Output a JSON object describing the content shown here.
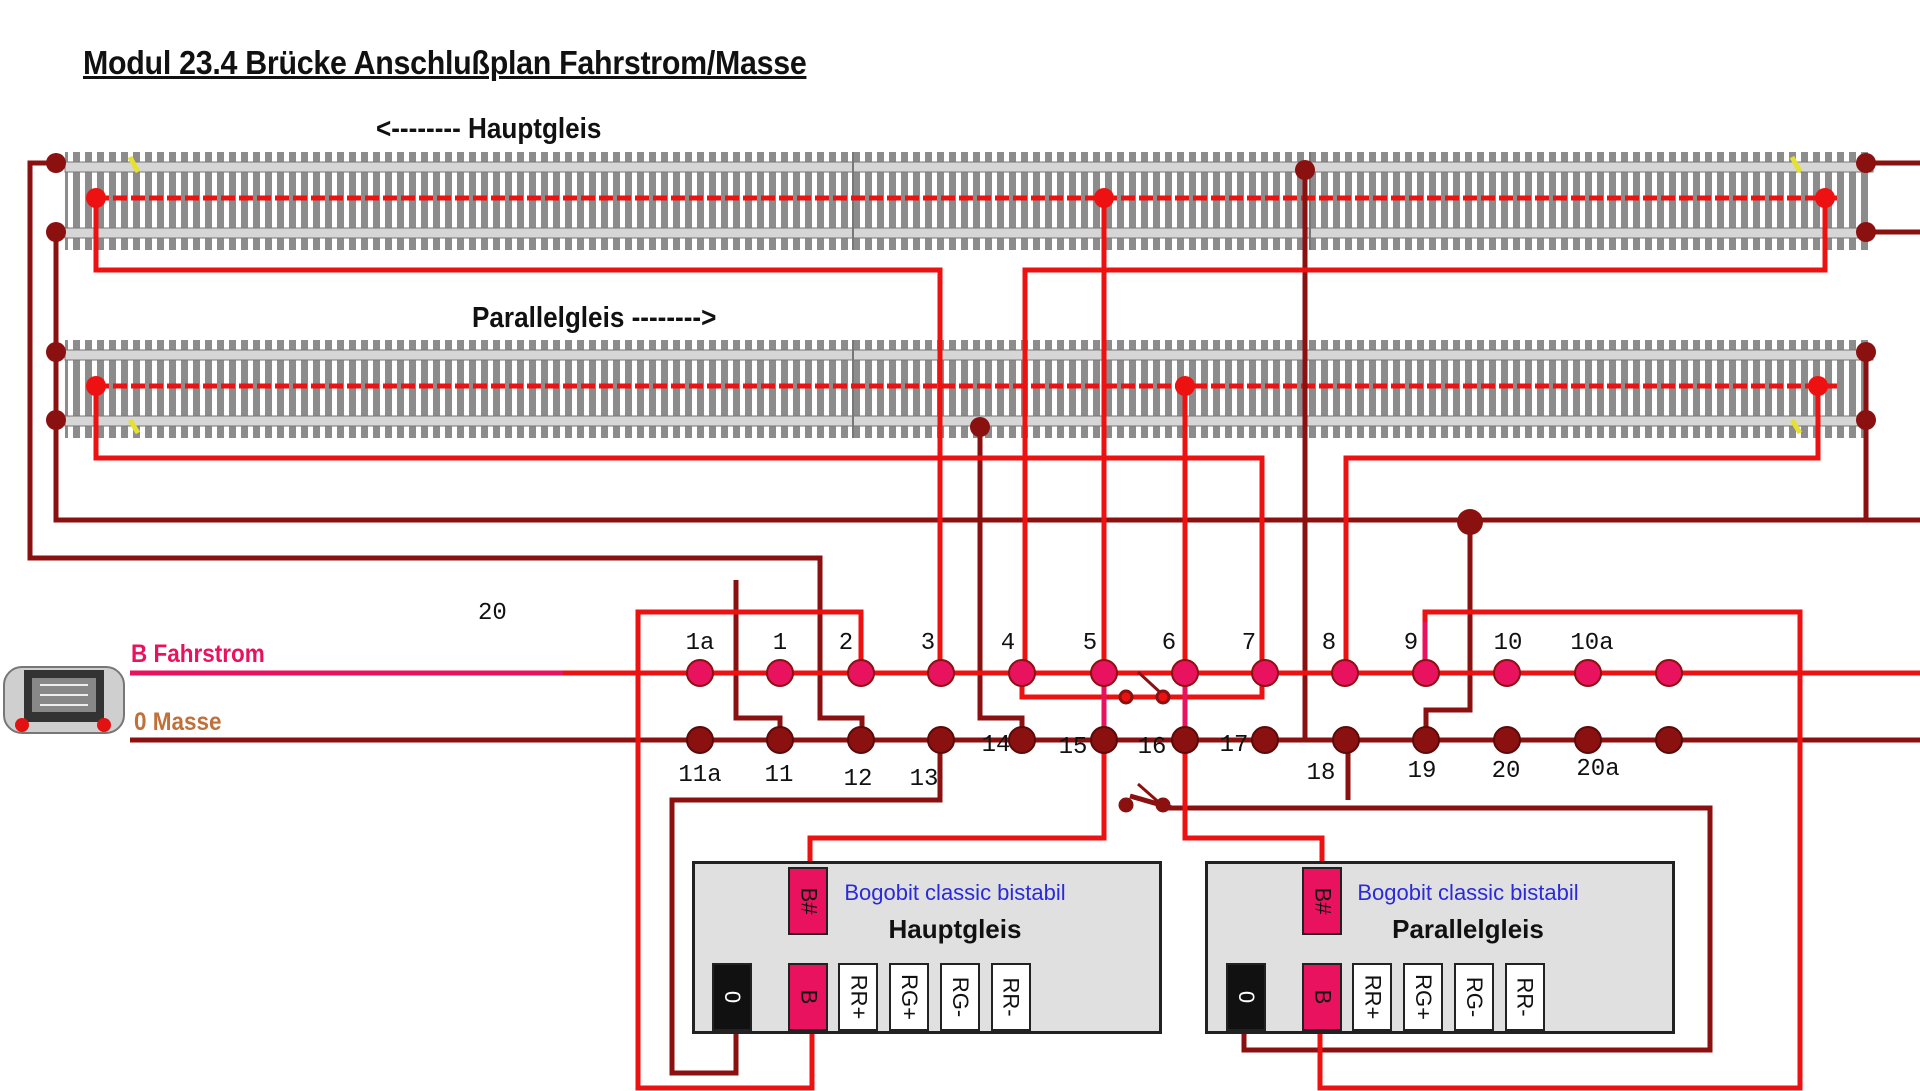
{
  "title": "Modul 23.4 Brücke Anschlußplan Fahrstrom/Masse",
  "tracks": {
    "hauptgleis_label": "<-------- Hauptgleis",
    "parallelgleis_label": "Parallelgleis -------->"
  },
  "stray_label": "20",
  "bus": {
    "fahrstrom_label": "B  Fahrstrom",
    "masse_label": "0  Masse"
  },
  "terminals_top": [
    "1a",
    "1",
    "2",
    "3",
    "4",
    "5",
    "6",
    "7",
    "8",
    "9",
    "10",
    "10a"
  ],
  "terminals_bottom": [
    "11a",
    "11",
    "12",
    "13",
    "14",
    "15",
    "16",
    "17",
    "18",
    "19",
    "20",
    "20a"
  ],
  "modules": [
    {
      "brand": "Bogobit classic bistabil",
      "name": "Hauptgleis",
      "pins": {
        "bsharp": "B#",
        "zero": "0",
        "b": "B",
        "rr_plus": "RR+",
        "rg_plus": "RG+",
        "rg_minus": "RG-",
        "rr_minus": "RR-"
      }
    },
    {
      "brand": "Bogobit classic bistabil",
      "name": "Parallelgleis",
      "pins": {
        "bsharp": "B#",
        "zero": "0",
        "b": "B",
        "rr_plus": "RR+",
        "rg_plus": "RG+",
        "rg_minus": "RG-",
        "rr_minus": "RR-"
      }
    }
  ],
  "colors": {
    "fahrstrom": "#ee1111",
    "fahrstrom_bus": "#e8125f",
    "masse": "#8b1010",
    "terminal": "#e8125f",
    "terminal_ground": "#8b1010",
    "masse_label": "#c0703a",
    "fahrstrom_label": "#e8125f"
  }
}
